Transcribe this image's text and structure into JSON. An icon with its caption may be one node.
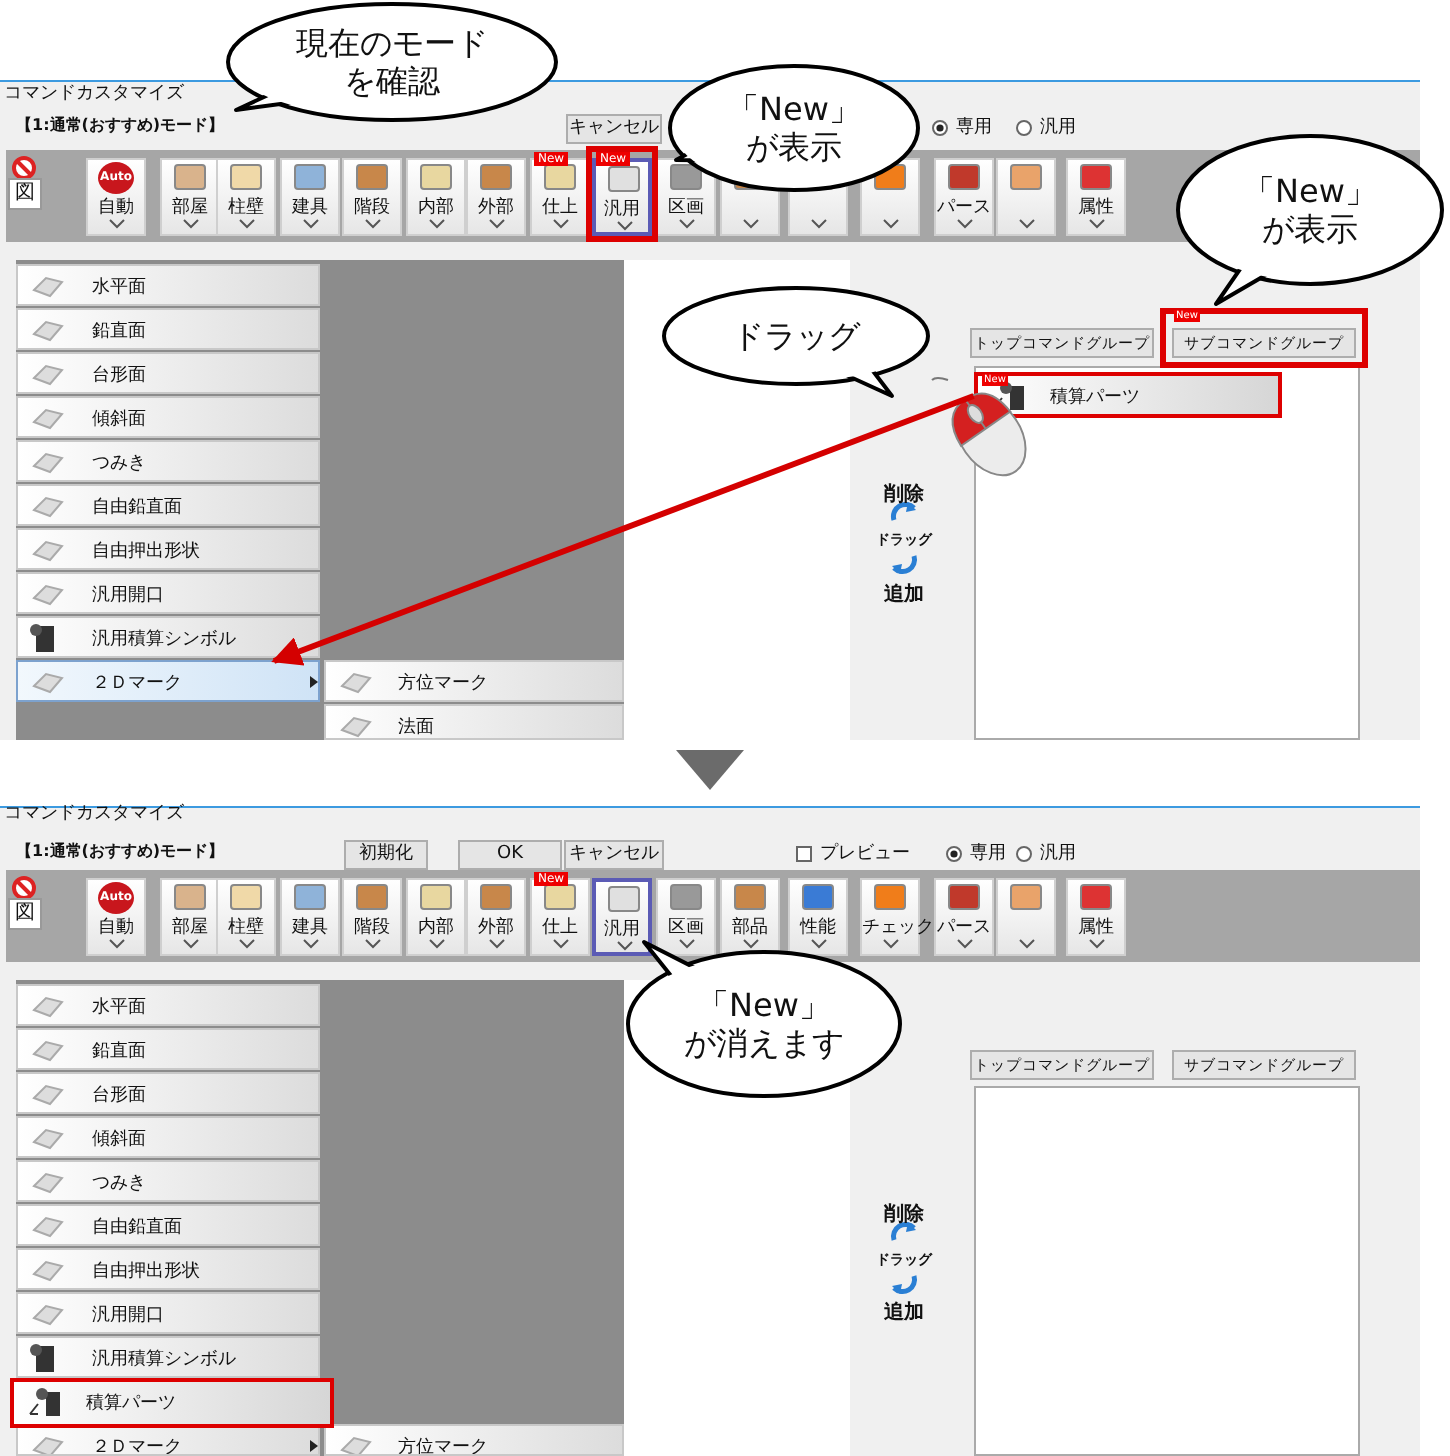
{
  "diagram": {
    "nodes": [
      {
        "text": [
          "現在のモードを確認"
        ]
      },
      {
        "text": [
          "「New」が表示"
        ]
      },
      {
        "text": [
          "「New」が表示"
        ]
      },
      {
        "text": [
          "ドラッグ"
        ]
      },
      {
        "text": [
          "積算パーツ"
        ]
      },
      {
        "text": [
          "「New」が消えます"
        ]
      },
      {
        "text": [
          "積算パーツ"
        ]
      },
      {
        "text": [
          "２Ｄマーク"
        ]
      }
    ],
    "edges": [
      {
        "from": 4,
        "to": 7,
        "arrow": "to",
        "color": "#d40000"
      }
    ],
    "labels": [
      "コマンドカスタマイズ",
      "【1:通常(おすすめ)モード】",
      "キャンセル",
      "専用",
      "汎用",
      "図",
      "Auto",
      "自動",
      "部屋",
      "柱壁",
      "建具",
      "階段",
      "内部",
      "外部",
      "New",
      "仕上",
      "New",
      "汎用",
      "区画",
      "パース",
      "属性",
      "水平面",
      "鉛直面",
      "台形面",
      "傾斜面",
      "つみき",
      "自由鉛直面",
      "自由押出形状",
      "汎用開口",
      "汎用積算シンボル",
      "方位マーク",
      "法面",
      "トップコマンドグループ",
      "New",
      "サブコマンドグループ",
      "New",
      "削除",
      "ドラッグ",
      "追加",
      "コマンドカスタマイズ",
      "【1:通常(おすすめ)モード】",
      "初期化",
      "OK",
      "キャンセル",
      "プレビュー",
      "専用",
      "汎用",
      "図",
      "Auto",
      "自動",
      "部屋",
      "柱壁",
      "建具",
      "階段",
      "内部",
      "外部",
      "New",
      "仕上",
      "汎用",
      "区画",
      "部品",
      "性能",
      "チェック",
      "パース",
      "属性",
      "水平面",
      "鉛直面",
      "台形面",
      "傾斜面",
      "つみき",
      "自由鉛直面",
      "自由押出形状",
      "汎用開口",
      "汎用積算シンボル",
      "２Ｄマーク",
      "方位マーク",
      "トップコマンドグループ",
      "サブコマンドグループ",
      "削除",
      "ドラッグ",
      "追加"
    ]
  }
}
